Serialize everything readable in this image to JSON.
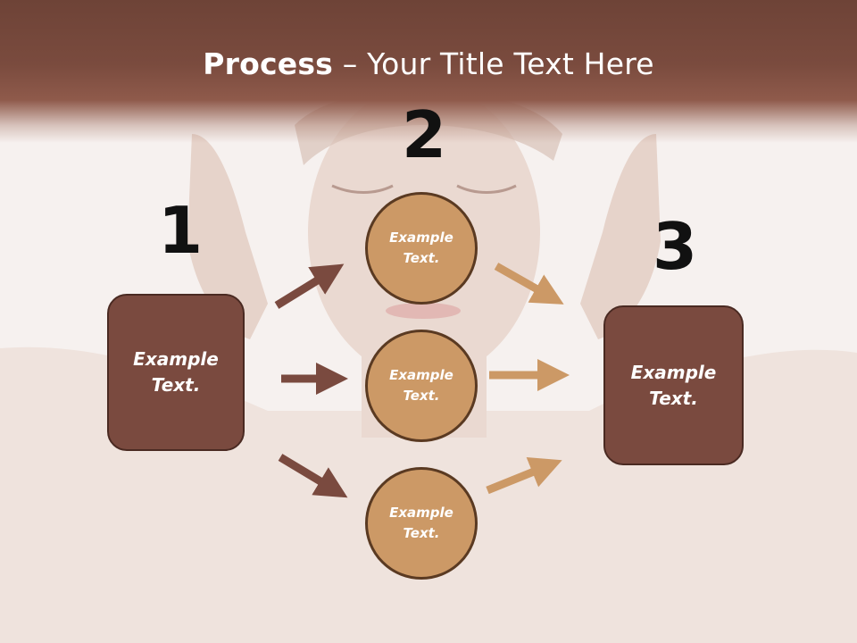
{
  "header": {
    "title_bold": "Process",
    "title_rest": " – Your Title Text Here"
  },
  "steps": {
    "n1": "1",
    "n2": "2",
    "n3": "3"
  },
  "left_box": {
    "line1": "Example",
    "line2": "Text."
  },
  "right_box": {
    "line1": "Example",
    "line2": "Text."
  },
  "circles": [
    {
      "line1": "Example",
      "line2": "Text."
    },
    {
      "line1": "Example",
      "line2": "Text."
    },
    {
      "line1": "Example",
      "line2": "Text."
    }
  ],
  "colors": {
    "header_brown": "#7a4b3e",
    "box_brown": "#7a4a3f",
    "circle_tan": "#cc9966",
    "arrow_dark": "#7a4a3f",
    "arrow_light": "#cc9966"
  }
}
